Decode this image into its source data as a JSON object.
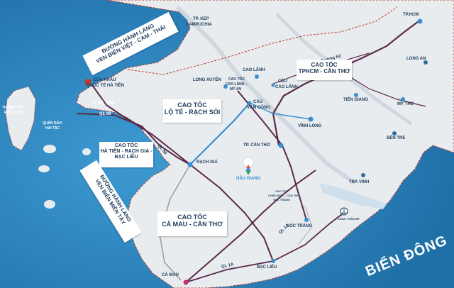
{
  "colors": {
    "sea": "#2a7fb8",
    "land": "#e8ecef",
    "road_dark": "#5a2a4a",
    "road_blue": "#3a8fd0",
    "label": "#1f3b5a",
    "border_dash": "#c0392b"
  },
  "places": {
    "tp_kep_1": "TP. KEP",
    "tp_kep_2": "CAMPUCHIA",
    "tp_hcm": "TP.HCM",
    "long_an": "LONG AN",
    "cao_lanh": "CAO LÃNH",
    "long_xuyen": "LONG XUYÊN",
    "tien_giang": "TIỀN GIANG",
    "my_tho": "MỸ THO",
    "ben_tre": "BẾN TRE",
    "vinh_long": "VĨNH LONG",
    "tp_can_tho": "TP. CẦN THƠ",
    "tra_vinh": "TRÀ VINH",
    "rach_gia": "RẠCH GIÁ",
    "hau_giang": "HẬU GIANG",
    "soc_trang": "SÓC TRĂNG",
    "bac_lieu": "BẠC LIÊU",
    "ca_mau": "CÀ MAU",
    "tp_ha_tien": "TP. HÀ TIÊN",
    "phu_quoc_1": "THÀNH PHỐ",
    "phu_quoc_2": "PHÚ QUỐC",
    "hai_tac_1": "QUẦN ĐẢO",
    "hai_tac_2": "HẢI TẶC",
    "cang_tran_de": "CẢNG TRẦN ĐỀ",
    "cua_khau_1": "CỬA KHẨU",
    "cua_khau_2": "QUỐC TẾ HÀ TIÊN",
    "cau_cao_lanh_1": "CẦU",
    "cau_cao_lanh_2": "CAO LÃNH",
    "cau_vam_cong_1": "CẦU",
    "cau_vam_cong_2": "VÀM CỐNG",
    "ct_cl_ma_1": "CAO TỐC",
    "ct_cl_ma_2": "CAO LÃNH –",
    "ct_cl_ma_3": "MỸ AN",
    "ct_cdct_1": "CAO TỐC",
    "ct_cdct_2": "CHÂU ĐỐC – CẦN THƠ –",
    "ct_cdct_3": "SÓC TRĂNG",
    "duong_n2": "Đường N2",
    "ql80": "QL 80",
    "ql80_b": "QL 80",
    "ql1a": "QL 1A",
    "ql1a_b": "QL 1A",
    "sea_name": "BIỂN ĐÔNG"
  },
  "boxes": {
    "hanh_lang_top_1": "ĐƯỜNG HÀNH LANG",
    "hanh_lang_top_2": "VEN BIÊN VIỆT - CAM - THÁI",
    "ct_hcm_ct_1": "CAO TỐC",
    "ct_hcm_ct_2": "TPHCM - CẦN THƠ",
    "ct_lt_rs_1": "CAO TỐC",
    "ct_lt_rs_2": "LỘ TẺ - RẠCH SỎI",
    "ct_ht_rg_1": "CAO TỐC",
    "ct_ht_rg_2": "HÀ TIÊN - RẠCH GIÁ -",
    "ct_ht_rg_3": "BẠC LIÊU",
    "hanh_lang_tay_1": "ĐƯỜNG HÀNH LANG",
    "hanh_lang_tay_2": "VEN BIÊN MIỀN TÂY",
    "ct_cm_ct_1": "CAO TỐC",
    "ct_cm_ct_2": "CÀ MAU - CẦN THƠ"
  }
}
